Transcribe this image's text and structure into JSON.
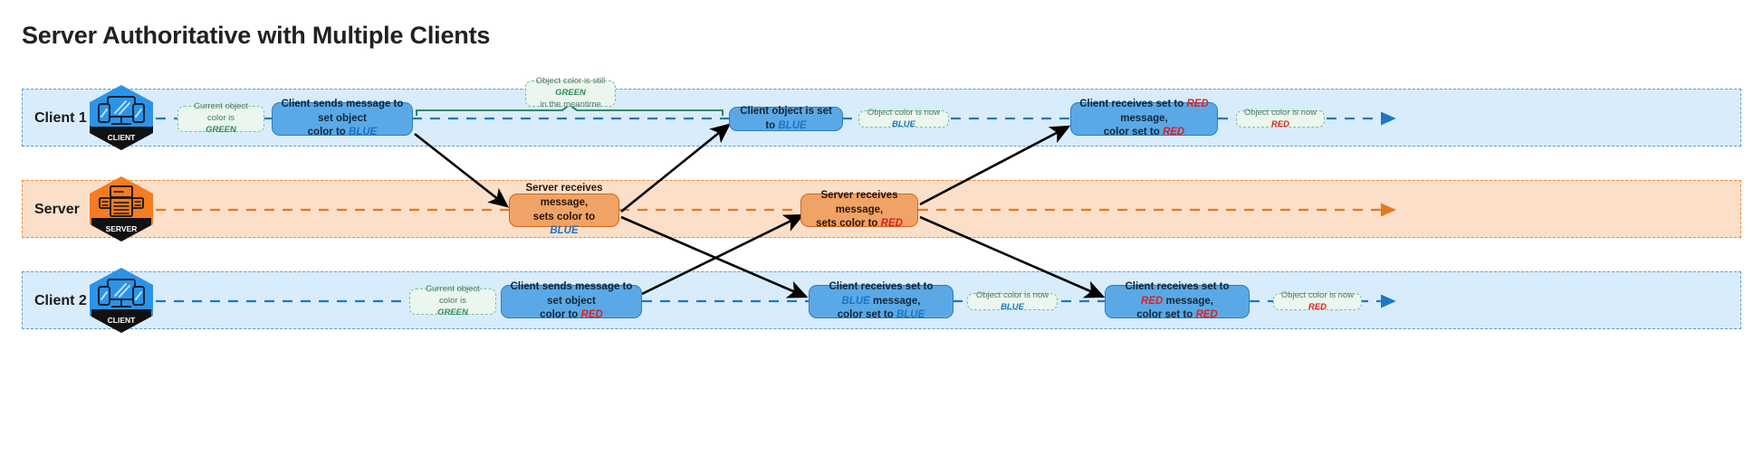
{
  "title": "Server Authoritative with Multiple Clients",
  "colors": {
    "client_lane_fill": "#d9ecfb",
    "client_lane_border": "#5b9bd5",
    "server_lane_fill": "#fbdfc9",
    "server_lane_border": "#e8873a",
    "client_box_fill": "#5aa9e6",
    "client_box_border": "#2b7cc4",
    "server_box_fill": "#f0a366",
    "server_box_border": "#d4641b",
    "note_green": "#2e8b57",
    "keyword_green": "#1f7a3d",
    "keyword_blue": "#1b74c4",
    "keyword_red": "#e02020",
    "arrow_black": "#000000",
    "span_green": "#1f7a5c"
  },
  "lanes": [
    {
      "id": "client1",
      "label": "Client 1",
      "role": "client",
      "icon": "client-hexagon-icon",
      "icon_caption": "CLIENT"
    },
    {
      "id": "server",
      "label": "Server",
      "role": "server",
      "icon": "server-hexagon-icon",
      "icon_caption": "SERVER"
    },
    {
      "id": "client2",
      "label": "Client 2",
      "role": "client",
      "icon": "client-hexagon-icon",
      "icon_caption": "CLIENT"
    }
  ],
  "client1": {
    "note_initial": {
      "line1": "Current object color is",
      "line2": "GREEN"
    },
    "box_send": {
      "line1": "Client sends message to set object",
      "line2_prefix": "color to ",
      "line2_kw": "BLUE"
    },
    "note_span": {
      "line1_prefix": "Object color is still ",
      "line1_kw": "GREEN",
      "line2": "in the meantime"
    },
    "box_set": {
      "prefix": "Client object is set to ",
      "kw": "BLUE"
    },
    "note_now_blue": {
      "prefix": "Object color is now ",
      "kw": "BLUE"
    },
    "box_red": {
      "line1_prefix": "Client receives set to ",
      "line1_kw": "RED",
      "line1_suffix": " message,",
      "line2_prefix": "color set to ",
      "line2_kw": "RED"
    },
    "note_now_red": {
      "prefix": "Object color is now ",
      "kw": "RED"
    }
  },
  "server": {
    "box_blue": {
      "line1": "Server receives message,",
      "line2_prefix": "sets color to ",
      "line2_kw": "BLUE"
    },
    "box_red": {
      "line1": "Server receives message,",
      "line2_prefix": "sets color to ",
      "line2_kw": "RED"
    }
  },
  "client2": {
    "note_initial": {
      "line1": "Current object color is",
      "line2": "GREEN"
    },
    "box_send": {
      "line1": "Client sends message to set object",
      "line2_prefix": "color to ",
      "line2_kw": "RED"
    },
    "box_blue": {
      "line1_prefix": "Client receives set to ",
      "line1_kw": "BLUE",
      "line1_suffix": " message,",
      "line2_prefix": "color set to ",
      "line2_kw": "BLUE"
    },
    "note_now_blue": {
      "prefix": "Object color is now ",
      "kw": "BLUE"
    },
    "box_red": {
      "line1_prefix": "Client receives set to ",
      "line1_kw": "RED",
      "line1_suffix": " message,",
      "line2_prefix": "color set to ",
      "line2_kw": "RED"
    },
    "note_now_red": {
      "prefix": "Object color is now ",
      "kw": "RED"
    }
  }
}
